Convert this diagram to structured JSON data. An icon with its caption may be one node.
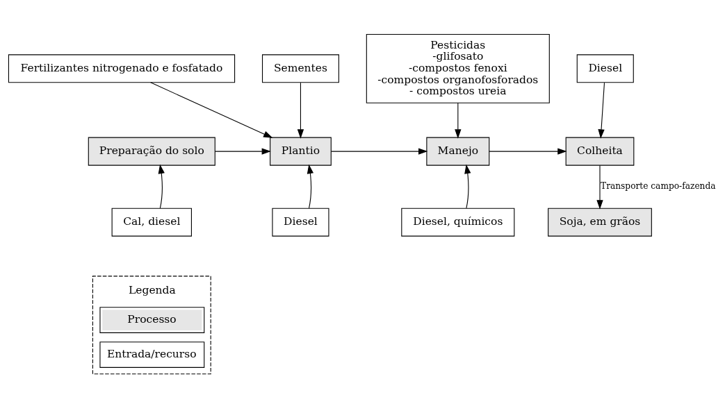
{
  "diagram": {
    "nodes": [
      {
        "text": [
          "Fertilizantes nitrogenado e fosfatado"
        ]
      },
      {
        "text": [
          "Sementes"
        ]
      },
      {
        "text": [
          "Pesticidas",
          "-glifosato",
          "-compostos fenoxi",
          "-compostos organofosforados",
          "- compostos ureia"
        ]
      },
      {
        "text": [
          "Diesel"
        ]
      },
      {
        "text": [
          "Preparação do solo"
        ]
      },
      {
        "text": [
          "Plantio"
        ]
      },
      {
        "text": [
          "Manejo"
        ]
      },
      {
        "text": [
          "Colheita"
        ]
      },
      {
        "text": [
          "Cal, diesel"
        ]
      },
      {
        "text": [
          "Diesel"
        ]
      },
      {
        "text": [
          "Diesel, químicos"
        ]
      },
      {
        "text": [
          "Soja, em grãos"
        ]
      }
    ],
    "edges": [
      {
        "from": 0,
        "to": 5,
        "arrow": "to"
      },
      {
        "from": 1,
        "to": 5,
        "arrow": "to"
      },
      {
        "from": 2,
        "to": 6,
        "arrow": "to"
      },
      {
        "from": 3,
        "to": 7,
        "arrow": "to"
      },
      {
        "from": 4,
        "to": 5,
        "arrow": "to"
      },
      {
        "from": 5,
        "to": 6,
        "arrow": "to"
      },
      {
        "from": 6,
        "to": 7,
        "arrow": "to"
      },
      {
        "from": 8,
        "to": 4,
        "arrow": "to"
      },
      {
        "from": 9,
        "to": 5,
        "arrow": "to"
      },
      {
        "from": 10,
        "to": 6,
        "arrow": "to"
      },
      {
        "from": 7,
        "to": 11,
        "arrow": "to",
        "label": "Transporte campo-fazenda"
      }
    ],
    "labels": [
      "Legenda"
    ],
    "legend": [
      {
        "text": "Processo",
        "color": "#e6e6e6"
      },
      {
        "text": "Entrada/recurso",
        "color": "#ffffff"
      }
    ]
  }
}
